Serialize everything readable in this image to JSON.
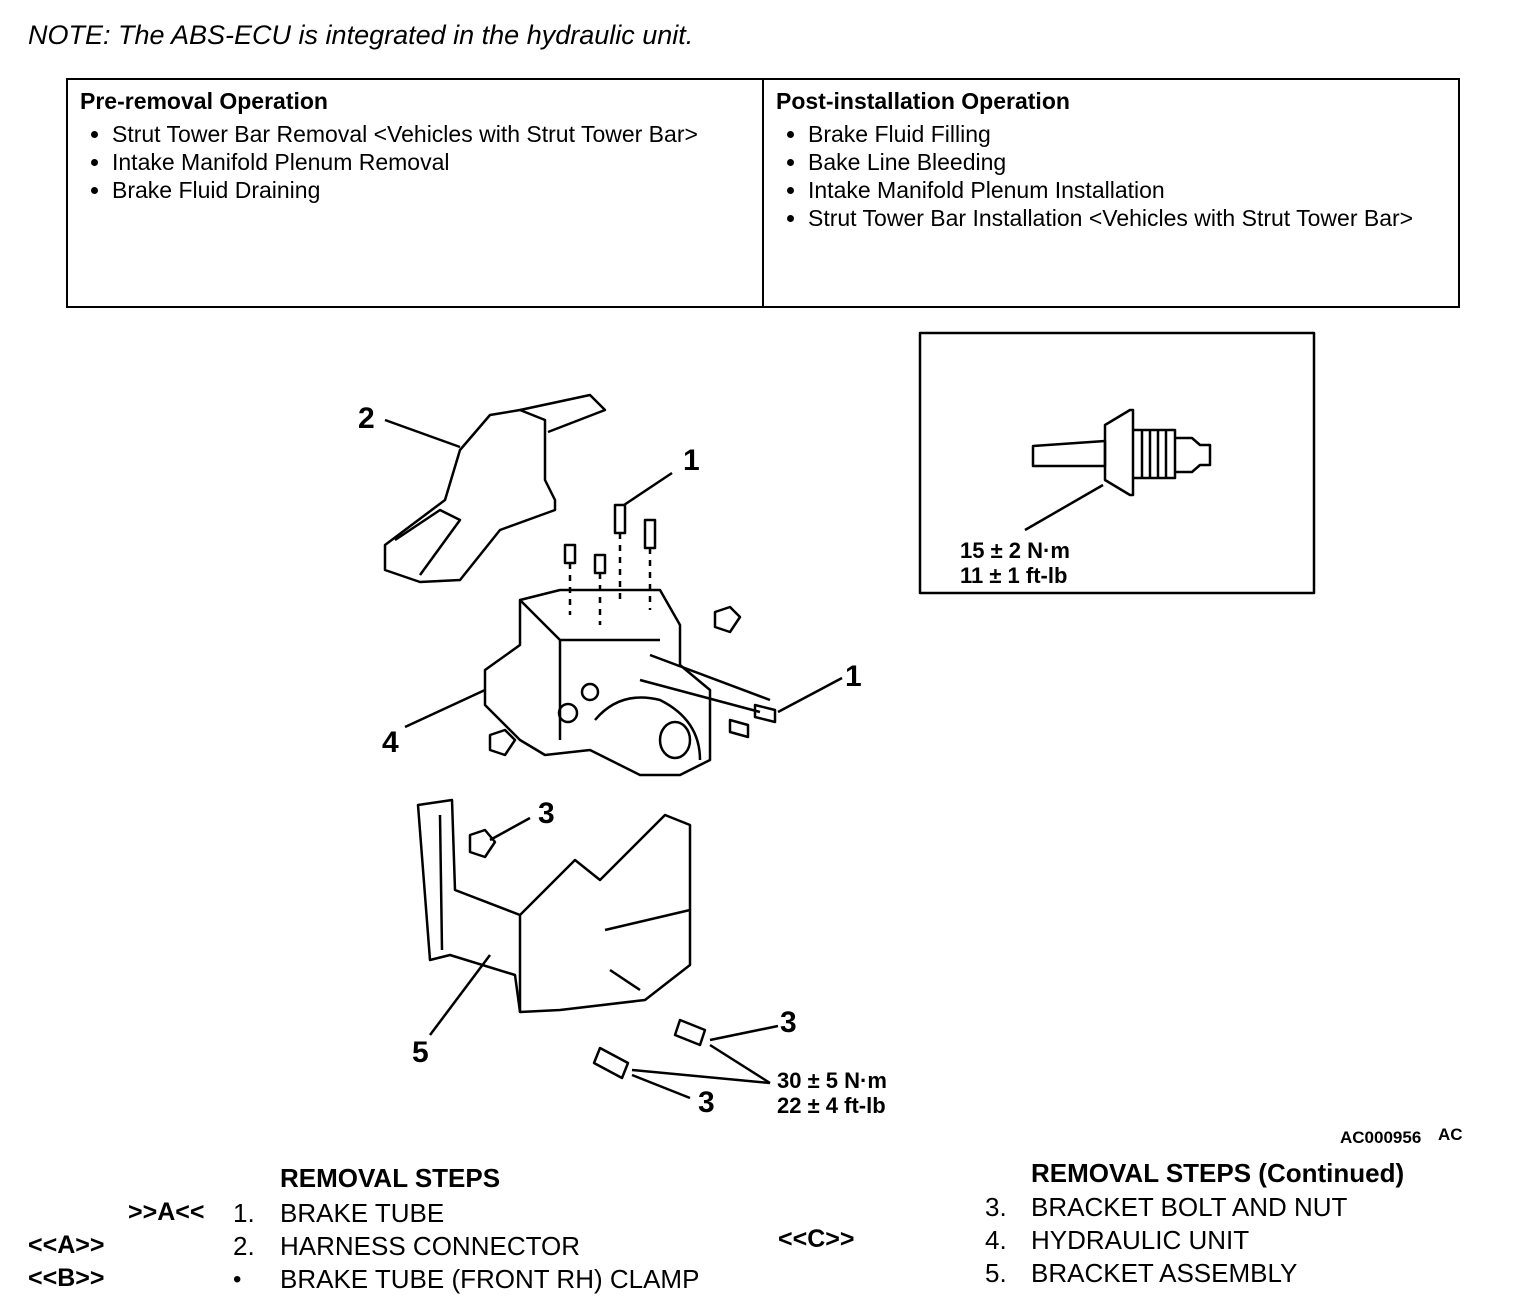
{
  "note": "NOTE: The ABS-ECU is integrated in the hydraulic unit.",
  "operations": {
    "pre": {
      "title": "Pre-removal Operation",
      "items": [
        "Strut Tower Bar Removal <Vehicles with Strut Tower Bar>",
        "Intake Manifold Plenum Removal",
        "Brake Fluid Draining"
      ]
    },
    "post": {
      "title": "Post-installation Operation",
      "items": [
        "Brake Fluid Filling",
        "Bake Line Bleeding",
        "Intake Manifold Plenum Installation",
        "Strut Tower Bar Installation <Vehicles with Strut Tower Bar>"
      ]
    }
  },
  "diagram": {
    "callouts": [
      "1",
      "2",
      "1",
      "4",
      "3",
      "5",
      "3",
      "3"
    ],
    "inset_torque": [
      "15 ± 2 N·m",
      "11 ± 1 ft-lb"
    ],
    "bolt_torque": [
      "30 ± 5 N·m",
      "22 ± 4 ft-lb"
    ],
    "figure_id": "AC000956",
    "figure_suffix": "AC"
  },
  "removal_steps": {
    "title": "REMOVAL STEPS",
    "rows": [
      {
        "code_right": ">>A<<",
        "code_left": "",
        "num": "1.",
        "label": "BRAKE TUBE"
      },
      {
        "code_right": "",
        "code_left": "<<A>>",
        "num": "2.",
        "label": "HARNESS CONNECTOR"
      },
      {
        "code_right": "",
        "code_left": "<<B>>",
        "num": "•",
        "label": "BRAKE TUBE (FRONT RH) CLAMP"
      }
    ]
  },
  "removal_steps_continued": {
    "title": "REMOVAL STEPS (Continued)",
    "rows": [
      {
        "code": "",
        "num": "3.",
        "label": "BRACKET BOLT AND NUT"
      },
      {
        "code": "<<C>>",
        "num": "4.",
        "label": "HYDRAULIC UNIT"
      },
      {
        "code": "",
        "num": "5.",
        "label": "BRACKET ASSEMBLY"
      }
    ]
  }
}
